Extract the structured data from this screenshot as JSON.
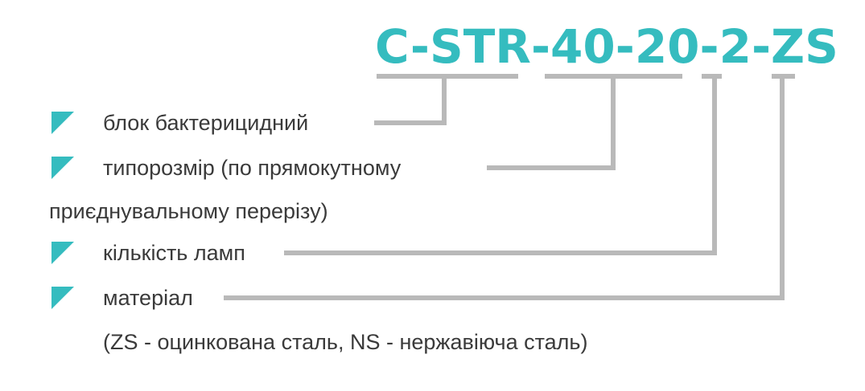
{
  "code": "C-STR-40-20-2-ZS",
  "colors": {
    "accent": "#35bcbf",
    "connector": "#b9b9b9",
    "text": "#3a3a3a"
  },
  "items": [
    {
      "label": "блок бактерицидний"
    },
    {
      "label": "типорозмір (по прямокутному"
    },
    {
      "label": "приєднувальному перерізу)"
    },
    {
      "label": "кількість ламп"
    },
    {
      "label": "матеріал"
    },
    {
      "label": "(ZS - оцинкована сталь, NS - нержавіюча сталь)"
    }
  ]
}
